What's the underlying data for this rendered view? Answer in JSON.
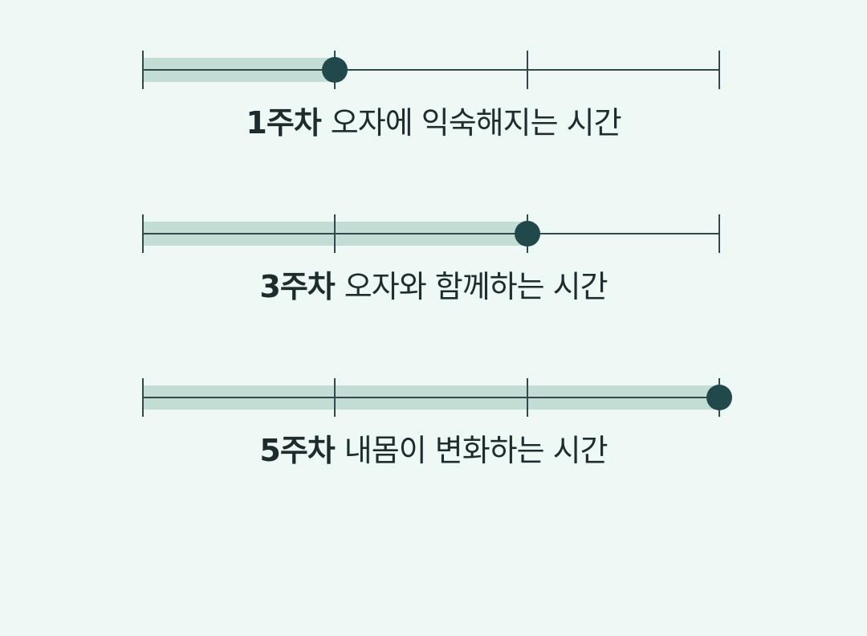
{
  "colors": {
    "background": "#eef9f5",
    "fill": "#c3ddd5",
    "line": "#2f4a4a",
    "knob": "#21484b",
    "text": "#1e2c2e"
  },
  "timelines": [
    {
      "week": "1주차",
      "desc": "오자에 익숙해지는 시간",
      "progress": 0.333,
      "ticks": [
        0,
        0.333,
        0.667,
        1
      ]
    },
    {
      "week": "3주차",
      "desc": "오자와 함께하는 시간",
      "progress": 0.667,
      "ticks": [
        0,
        0.333,
        0.667,
        1
      ]
    },
    {
      "week": "5주차",
      "desc": "내몸이 변화하는 시간",
      "progress": 1.0,
      "ticks": [
        0,
        0.333,
        0.667,
        1
      ]
    }
  ]
}
